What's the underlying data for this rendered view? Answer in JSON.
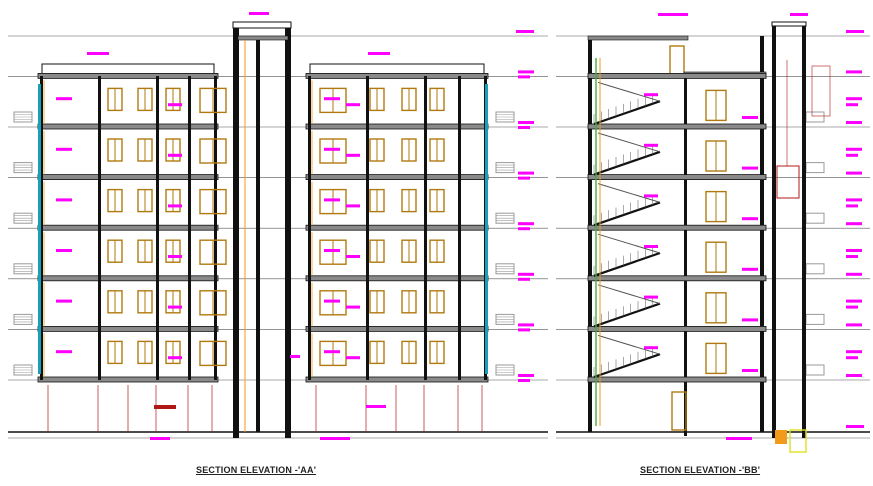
{
  "drawings": [
    {
      "id": "aa",
      "title": "SECTION ELEVATION -'AA'"
    },
    {
      "id": "bb",
      "title": "SECTION ELEVATION -'BB'"
    }
  ],
  "colors": {
    "background": "#ffffff",
    "structure": "#111111",
    "slab_gray": "#8a8a8a",
    "grid_line": "#555555",
    "annotation_tag": "#ff00ff",
    "door_window": "#b07a10",
    "dimension_orange": "#f29a1a",
    "red_marker": "#b01818",
    "cyan_glazing": "#18a0b8",
    "green_element": "#40b040",
    "yellow_box": "#e0e020",
    "sunshade_gray": "#9a9a9a"
  },
  "floors": 6,
  "icons": [
    "door-icon",
    "window-icon",
    "staircase-icon",
    "sunshade-icon",
    "lift-car-icon"
  ]
}
